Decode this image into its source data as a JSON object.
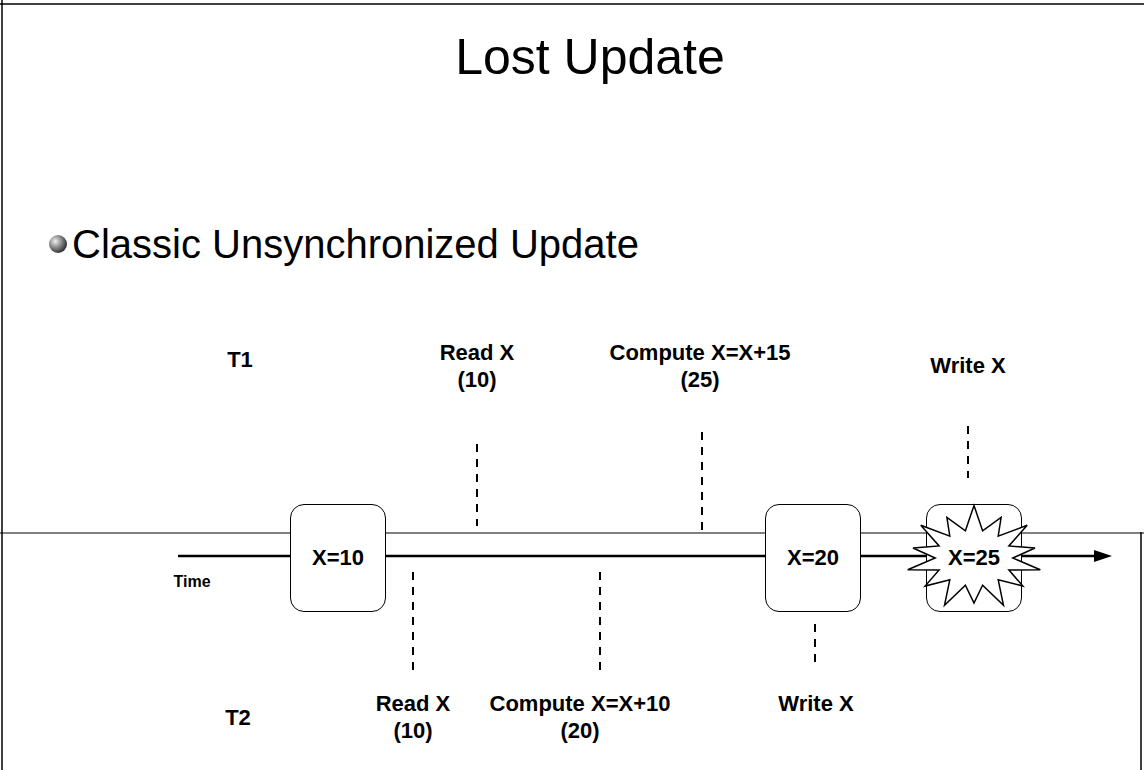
{
  "diagram": {
    "title": "Lost Update",
    "nodes": [
      {
        "text": [
          "X=10"
        ]
      },
      {
        "text": [
          "X=20"
        ]
      },
      {
        "text": [
          "X=25"
        ]
      }
    ],
    "labels": [
      "Classic Unsynchronized Update",
      "T1",
      "Read X (10)",
      "Compute X=X+15 (25)",
      "Write X",
      "Time",
      "T2",
      "Read X (10)",
      "Compute X=X+10 (20)",
      "Write X"
    ]
  }
}
